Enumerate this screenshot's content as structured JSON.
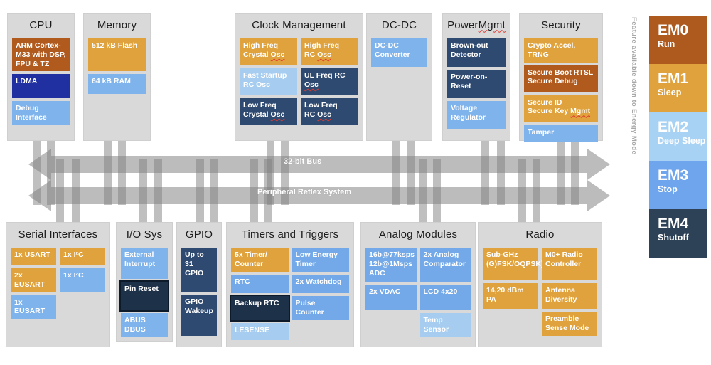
{
  "colors": {
    "gold": "#dfa23c",
    "brown": "#b15a1e",
    "navy": "#2030a0",
    "slate": "#2f4a70",
    "darknavy": "#1d3148",
    "lightblue": "#7fb3ec",
    "medblue": "#73a9e8",
    "paleblue": "#a6cdf0",
    "block_bg": "#d9d9d9",
    "bus": "#bcbcbc",
    "em0": "#ae5a1f",
    "em1": "#dfa23c",
    "em2": "#a7d2f4",
    "em3": "#6fa5ec",
    "em4": "#2d4257"
  },
  "buses": [
    {
      "label": "32-bit Bus"
    },
    {
      "label": "Peripheral Reflex System"
    }
  ],
  "em_sidebar": {
    "vertical_label": "Feature available down to Energy Mode",
    "modes": [
      {
        "name": "EM0",
        "sub": "Run",
        "color": "em0"
      },
      {
        "name": "EM1",
        "sub": "Sleep",
        "color": "em1"
      },
      {
        "name": "EM2",
        "sub": "Deep Sleep",
        "color": "em2"
      },
      {
        "name": "EM3",
        "sub": "Stop",
        "color": "em3"
      },
      {
        "name": "EM4",
        "sub": "Shutoff",
        "color": "em4"
      }
    ]
  },
  "blocks": [
    {
      "key": "cpu",
      "title": "CPU",
      "cells": [
        {
          "text": "ARM Cortex-\nM33 with DSP,\nFPU & TZ",
          "color": "brown",
          "w": "full"
        },
        {
          "text": "LDMA",
          "color": "navy",
          "w": "full",
          "mh": 34
        },
        {
          "text": "Debug\nInterface",
          "color": "lightblue",
          "w": "full"
        }
      ]
    },
    {
      "key": "memory",
      "title": "Memory",
      "cells": [
        {
          "text": "512 kB Flash",
          "color": "gold",
          "w": "full",
          "mh": 46
        },
        {
          "text": "64 kB RAM",
          "color": "lightblue",
          "w": "full",
          "mh": 28
        }
      ]
    },
    {
      "key": "clock",
      "title": "Clock Management",
      "cells": [
        {
          "text": "High Freq\nCrystal ~Osc~",
          "color": "gold",
          "w": "half",
          "mh": 38
        },
        {
          "text": "High Freq\nRC ~Osc~",
          "color": "gold",
          "w": "half",
          "mh": 38
        },
        {
          "text": "Fast Startup\nRC Osc",
          "color": "paleblue",
          "w": "half",
          "mh": 38
        },
        {
          "text": "UL Freq RC\n~Osc~",
          "color": "slate",
          "w": "half",
          "mh": 38
        },
        {
          "text": "Low Freq\nCrystal ~Osc~",
          "color": "slate",
          "w": "half",
          "mh": 38
        },
        {
          "text": "Low Freq\nRC ~Osc~",
          "color": "slate",
          "w": "half",
          "mh": 38
        }
      ]
    },
    {
      "key": "dcdc",
      "title": "DC-DC",
      "cells": [
        {
          "text": "DC-DC\nConverter",
          "color": "lightblue",
          "w": "full",
          "mh": 40
        }
      ]
    },
    {
      "key": "power",
      "title": "Power ~Mgmt~",
      "cells": [
        {
          "text": "Brown-out\nDetector",
          "color": "slate",
          "w": "full",
          "mh": 40
        },
        {
          "text": "Power-on-\nReset",
          "color": "slate",
          "w": "full",
          "mh": 40
        },
        {
          "text": "Voltage\nRegulator",
          "color": "lightblue",
          "w": "full",
          "mh": 40
        }
      ]
    },
    {
      "key": "security",
      "title": "Security",
      "cells": [
        {
          "text": "Crypto Accel, TRNG",
          "color": "gold",
          "w": "full",
          "mh": 26
        },
        {
          "text": "Secure Boot RTSL\nSecure Debug",
          "color": "brown",
          "w": "full",
          "mh": 38
        },
        {
          "text": "Secure ID\nSecure Key ~Mgmt~",
          "color": "gold",
          "w": "full",
          "mh": 38
        },
        {
          "text": "Tamper",
          "color": "lightblue",
          "w": "full",
          "mh": 24
        }
      ]
    },
    {
      "key": "serial",
      "title": "Serial Interfaces",
      "cells": [
        {
          "text": "1x USART",
          "color": "gold",
          "w": "half",
          "mh": 25
        },
        {
          "text": "1x I²C",
          "color": "gold",
          "w": "half",
          "mh": 25
        },
        {
          "text": "2x EUSART",
          "color": "gold",
          "w": "half",
          "mh": 25
        },
        {
          "text": "1x I²C",
          "color": "lightblue",
          "w": "half",
          "mh": 25
        },
        {
          "text": "1x EUSART",
          "color": "lightblue",
          "w": "half",
          "mh": 32
        }
      ]
    },
    {
      "key": "iosys",
      "title": "I/O Sys",
      "cells": [
        {
          "text": "External\nInterrupt",
          "color": "lightblue",
          "w": "full",
          "mh": 44
        },
        {
          "text": "Pin Reset",
          "color": "darknavy",
          "w": "full",
          "mh": 40,
          "outlined": true
        },
        {
          "text": "ABUS\nDBUS",
          "color": "lightblue",
          "w": "full",
          "mh": 32
        }
      ]
    },
    {
      "key": "gpio",
      "title": "GPIO",
      "cells": [
        {
          "text": "Up to 31\nGPIO",
          "color": "slate",
          "w": "full",
          "mh": 62
        },
        {
          "text": "GPIO\nWakeup",
          "color": "slate",
          "w": "full",
          "mh": 58
        }
      ]
    },
    {
      "key": "timers",
      "title": "Timers and Triggers",
      "cells": [
        {
          "text": "5x Timer/\nCounter",
          "color": "gold",
          "w": "half",
          "mh": 34
        },
        {
          "text": "Low Energy\nTimer",
          "color": "medblue",
          "w": "half",
          "mh": 34
        },
        {
          "text": "RTC",
          "color": "medblue",
          "w": "half",
          "mh": 26
        },
        {
          "text": "2x Watchdog",
          "color": "medblue",
          "w": "half",
          "mh": 26
        },
        {
          "text": "Backup RTC",
          "color": "darknavy",
          "w": "half",
          "mh": 28,
          "outlined": true
        },
        {
          "text": "Pulse Counter",
          "color": "medblue",
          "w": "half",
          "mh": 28
        },
        {
          "text": "LESENSE",
          "color": "paleblue",
          "w": "half",
          "mh": 24
        }
      ]
    },
    {
      "key": "analog",
      "title": "Analog Modules",
      "cells": [
        {
          "text": "16b@77ksps\n12b@1Msps\nADC",
          "color": "medblue",
          "w": "half",
          "mh": 48
        },
        {
          "text": "2x Analog\nComparator",
          "color": "medblue",
          "w": "half",
          "mh": 48
        },
        {
          "text": "2x VDAC",
          "color": "medblue",
          "w": "half",
          "mh": 36
        },
        {
          "text": "LCD 4x20",
          "color": "medblue",
          "w": "half",
          "mh": 36
        },
        {
          "text": "Temp\nSensor",
          "color": "paleblue",
          "w": "right",
          "mh": 33
        }
      ]
    },
    {
      "key": "radio",
      "title": "Radio",
      "cells": [
        {
          "text": "Sub-GHz\n(G)FSK/OQPSK)",
          "color": "gold",
          "w": "half",
          "mh": 46
        },
        {
          "text": "M0+ Radio\nController",
          "color": "gold",
          "w": "half",
          "mh": 46
        },
        {
          "text": "14,20 dBm\nPA",
          "color": "gold",
          "w": "half",
          "mh": 36
        },
        {
          "text": "Antenna\nDiversity",
          "color": "gold",
          "w": "half",
          "mh": 36
        },
        {
          "text": "Preamble\nSense Mode",
          "color": "gold",
          "w": "right",
          "mh": 33
        }
      ]
    }
  ]
}
